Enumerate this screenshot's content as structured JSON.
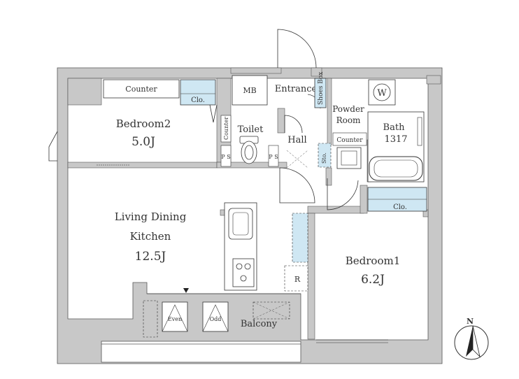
{
  "floorplan": {
    "rooms": {
      "bedroom2": {
        "name": "Bedroom2",
        "size": "5.0J"
      },
      "bedroom1": {
        "name": "Bedroom1",
        "size": "6.2J"
      },
      "ldk": {
        "line1": "Living Dining",
        "line2": "Kitchen",
        "size": "12.5J"
      },
      "toilet": "Toilet",
      "hall": "Hall",
      "entrance": "Entrance",
      "powder": {
        "line1": "Powder",
        "line2": "Room"
      },
      "bath": {
        "name": "Bath",
        "size": "1317"
      },
      "balcony": "Balcony",
      "mb": "MB"
    },
    "fixtures": {
      "counter_bedroom2": "Counter",
      "clo_bedroom2": "Clo.",
      "counter_toilet": "Counter",
      "ps1": "P S",
      "ps2": "P S",
      "shoes_box": "Shoes Box",
      "w": "W",
      "counter_powder": "Counter",
      "sto": "Sto.",
      "clo_bedroom1": "Clo.",
      "r": "R",
      "even": "Even",
      "odd": "Odd"
    },
    "compass": "N",
    "colors": {
      "wall": "#c8c8c8",
      "storage": "#cfe7f3",
      "line": "#333333"
    }
  }
}
